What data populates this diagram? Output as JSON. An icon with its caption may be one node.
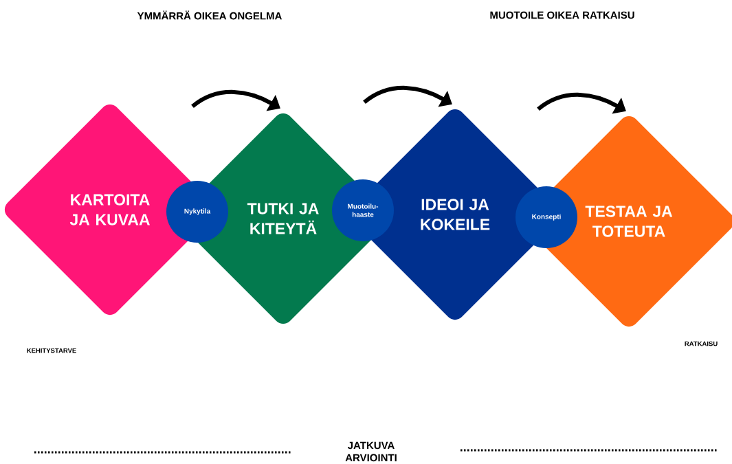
{
  "diagram": {
    "nodes": [
      {
        "text": [
          "KARTOITA JA KUVAA"
        ]
      },
      {
        "text": [
          "TUTKI JA KITEYTÄ"
        ]
      },
      {
        "text": [
          "IDEOI JA KOKEILE"
        ]
      },
      {
        "text": [
          "TESTAA JA TOTEUTA"
        ]
      },
      {
        "text": [
          "Nykytila"
        ]
      },
      {
        "text": [
          "Muotoilu-haaste"
        ]
      },
      {
        "text": [
          "Konsepti"
        ]
      }
    ],
    "edges": [
      {
        "from": null,
        "to": 1,
        "arrow": "to"
      },
      {
        "from": null,
        "to": 2,
        "arrow": "to"
      },
      {
        "from": null,
        "to": 3,
        "arrow": "to"
      }
    ],
    "labels": [
      "YMMÄRRÄ OIKEA ONGELMA",
      "MUOTOILE OIKEA RATKAISU",
      "KEHITYSTARVE",
      "RATKAISU",
      "JATKUVA ARVIOINTI"
    ]
  }
}
